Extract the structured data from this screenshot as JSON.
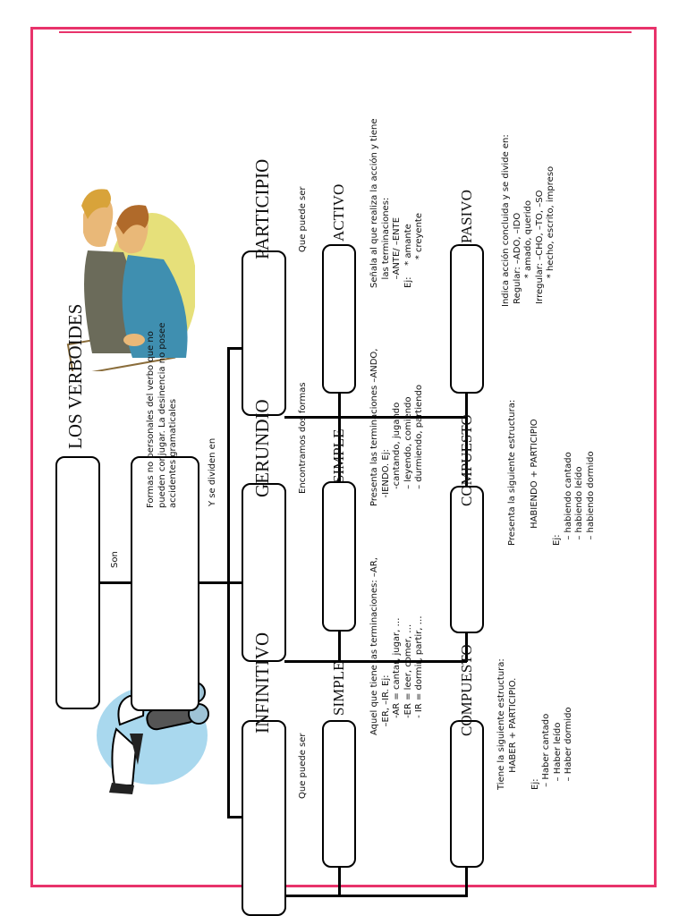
{
  "title": "LOS VERBOIDES",
  "son": "Son",
  "definicion": "Formas no personales del verbo que no\npueden conjugar. La desinencia no posee\naccidentes gramaticales",
  "se_dividen": "Y se dividen en",
  "infinitivo": {
    "label": "INFINITIVO",
    "que_puede_ser": "Que puede ser",
    "simple": "SIMPLE",
    "simple_desc": "Aquel que tiene las terminaciones: –AR,\n   –ER, –IR. Ej:\n      -AR = cantar, jugar, …\n      -ER = leer, comer, …\n      - IR = dormir, partir, …",
    "compuesto": "COMPUESTO",
    "compuesto_desc": "Tiene la siguiente estructura:\n      HABER + PARTICIPIO.\n\nEj:\n – Haber cantado\n   – Haber leído\n   – Haber dormido"
  },
  "gerundio": {
    "label": "GERUNDIO",
    "encontramos": "Encontramos dos formas",
    "simple": "SIMPLE",
    "simple_desc": "Presenta las terminaciones –ANDO,\n   -IENDO. Ej:\n      -cantando, jugando\n      – leyendo, comiendo\n      – durmiendo, partiendo",
    "compuesto": "COMPUESTO",
    "compuesto_desc": "Presenta la siguiente estructura:\n\n      HABIENDO + PARTICIPIO\n\nEj:\n  – habiendo cantado\n  – habiendo leído\n  – habiendo dormido"
  },
  "participio": {
    "label": "PARTICIPIO",
    "que_puede_ser": "Que puede ser",
    "activo": "ACTIVO",
    "activo_desc": "Señala al que realiza la acción y tiene\n   las terminaciones:\n   –ANTE/ –ENTE\nEj:    * amante\n          * creyente",
    "pasivo": "PASIVO",
    "pasivo_desc": "Indica acción concluida y se divide en:\n Regular: –ADO, –IDO\n          * amado, querido\n Irregular: –CHO, –TO, –SO\n          * hecho, escrito, impreso"
  },
  "colors": {
    "border": "#e8336b",
    "lines": "#000000"
  },
  "icons": [
    "people-reading-illustration",
    "binoculars-man-illustration"
  ]
}
